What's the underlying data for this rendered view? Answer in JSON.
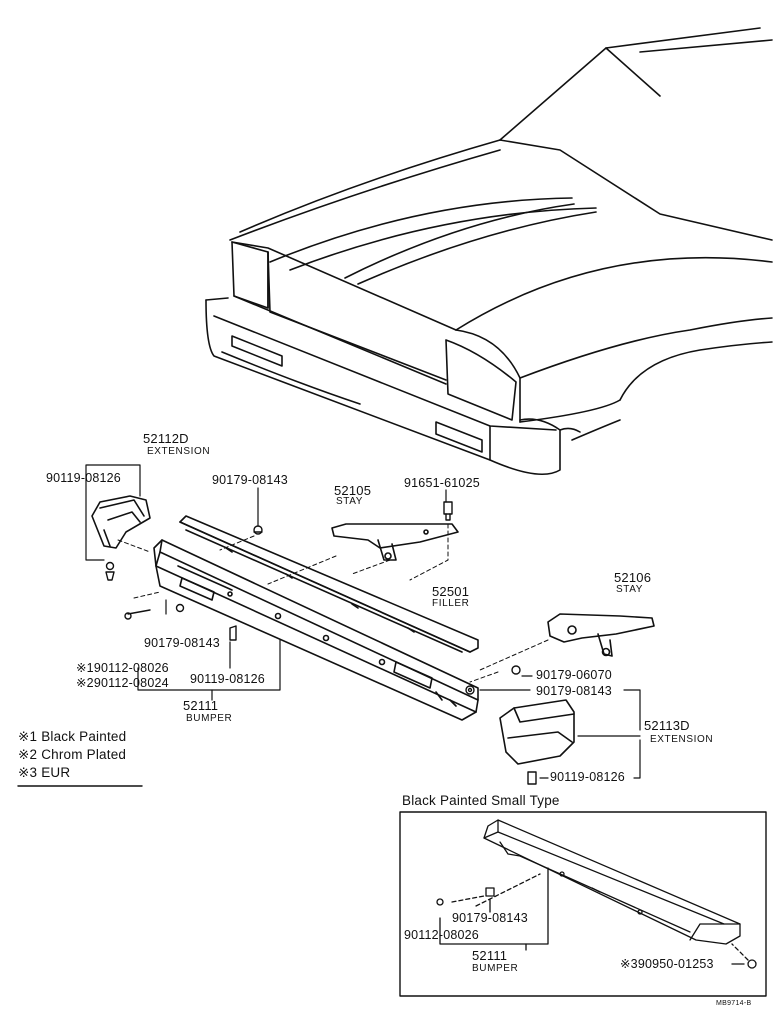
{
  "parts": {
    "p52112d": {
      "number": "52112D",
      "name": "EXTENSION"
    },
    "p90119_a": "90119-08126",
    "p90179_a": "90179-08143",
    "p52105": {
      "number": "52105",
      "name": "STAY"
    },
    "p91651": "91651-61025",
    "p52106": {
      "number": "52106",
      "name": "STAY"
    },
    "p52501": {
      "number": "52501",
      "name": "FILLER"
    },
    "p90179_b": "90179-08143",
    "p90112_1": "※190112-08026",
    "p90112_2": "※290112-08024",
    "p90119_b": "90119-08126",
    "p52111": {
      "number": "52111",
      "name": "BUMPER"
    },
    "p90179_c": "90179-06070",
    "p90179_d": "90179-08143",
    "p52113d": {
      "number": "52113D",
      "name": "EXTENSION"
    },
    "p90119_c": "90119-08126"
  },
  "legend": [
    {
      "mark": "※1",
      "text": "Black Painted"
    },
    {
      "mark": "※2",
      "text": "Chrom Plated"
    },
    {
      "mark": "※3",
      "text": "EUR"
    }
  ],
  "inset": {
    "title": "Black Painted Small Type",
    "p90179": "90179-08143",
    "p90112": "90112-08026",
    "p52111": {
      "number": "52111",
      "name": "BUMPER"
    },
    "p90950": "※390950-01253"
  },
  "figure_code": "MB9714-B"
}
